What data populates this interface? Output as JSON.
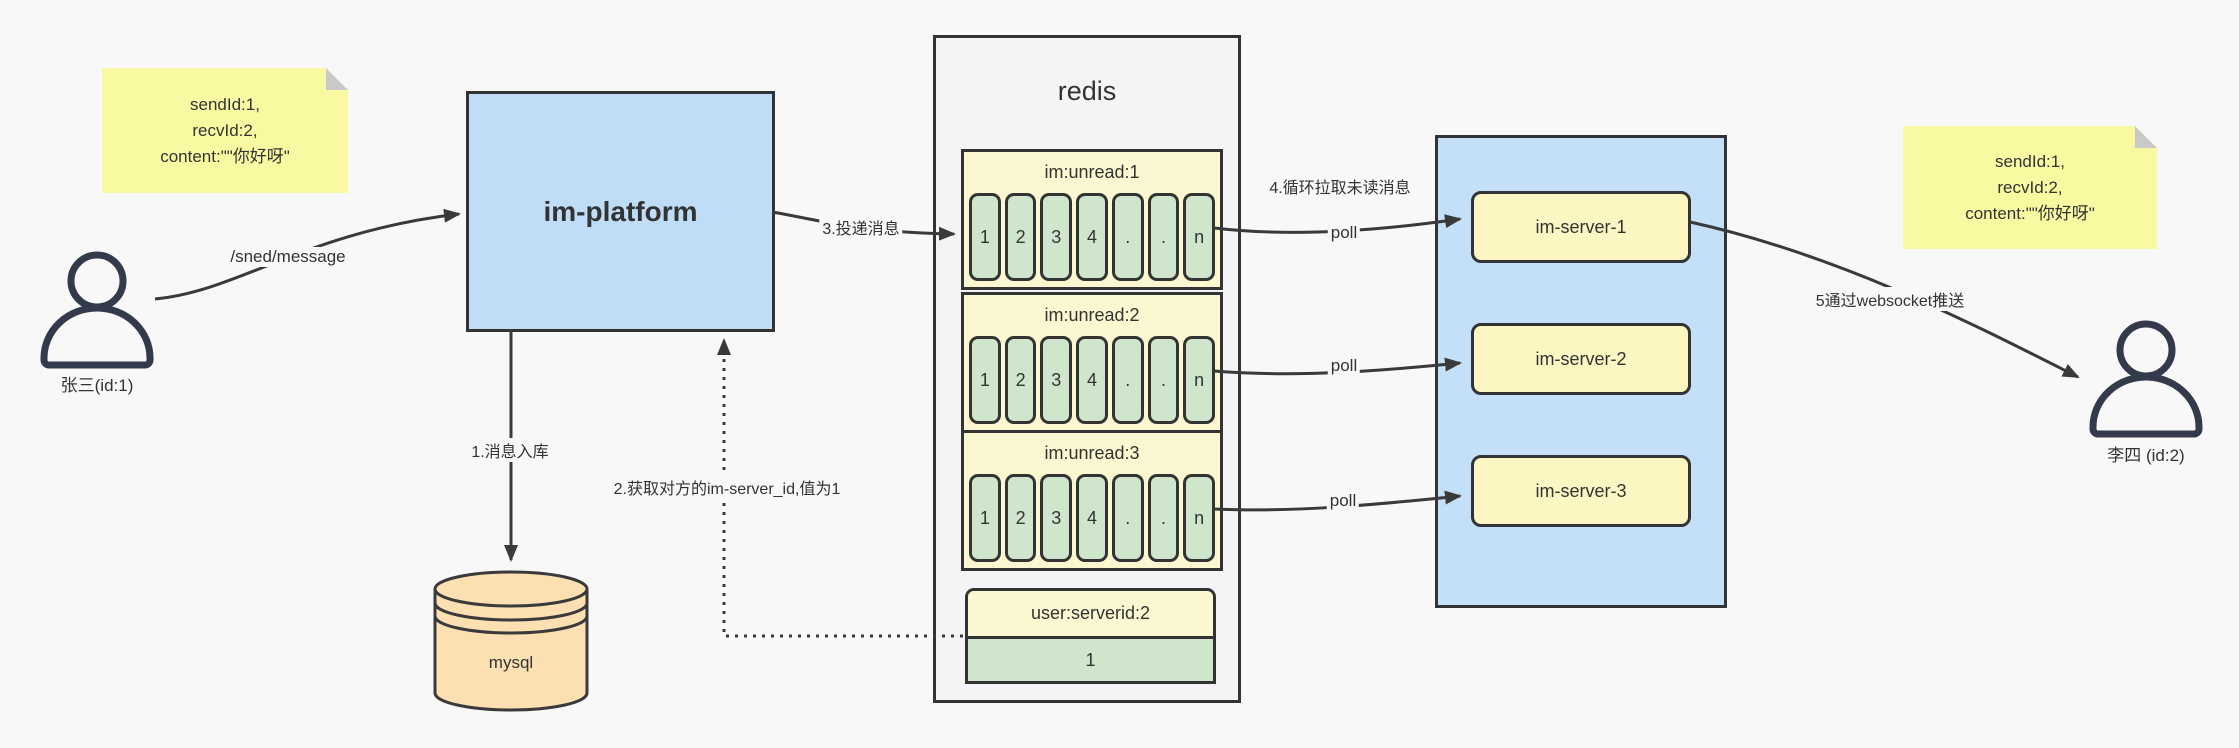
{
  "actors": {
    "sender": {
      "label": "张三(id:1)"
    },
    "receiver": {
      "label": "李四 (id:2)"
    }
  },
  "notes": {
    "left": {
      "lines": [
        "sendId:1,",
        "recvId:2,",
        "content:\"\"你好呀\""
      ]
    },
    "right": {
      "lines": [
        "sendId:1,",
        "recvId:2,",
        "content:\"\"你好呀\""
      ]
    }
  },
  "platform": {
    "label": "im-platform"
  },
  "database": {
    "label": "mysql"
  },
  "redis": {
    "title": "redis",
    "queues": [
      {
        "header": "im:unread:1",
        "cells": [
          "1",
          "2",
          "3",
          "4",
          ".",
          ".",
          "n"
        ]
      },
      {
        "header": "im:unread:2",
        "cells": [
          "1",
          "2",
          "3",
          "4",
          ".",
          ".",
          "n"
        ]
      },
      {
        "header": "im:unread:3",
        "cells": [
          "1",
          "2",
          "3",
          "4",
          ".",
          ".",
          "n"
        ]
      }
    ],
    "kv": {
      "header": "user:serverid:2",
      "value": "1"
    }
  },
  "cluster": {
    "servers": [
      {
        "label": "im-server-1"
      },
      {
        "label": "im-server-2"
      },
      {
        "label": "im-server-3"
      }
    ]
  },
  "edges": {
    "send_api": "/sned/message",
    "step1": "1.消息入库",
    "step2": "2.获取对方的im-server_id,值为1",
    "step3": "3.投递消息",
    "step4": "4.循环拉取未读消息",
    "step5": "5通过websocket推送",
    "poll": [
      "poll",
      "poll",
      "poll"
    ]
  },
  "colors": {
    "background": "#f8f8f8",
    "ink": "#3a3a3a",
    "blue_fill": "#bfddf7",
    "cluster_blue": "#c3e0f8",
    "note_yellow": "#f9f9a2",
    "note_fold": "#c9c9c9",
    "queue_yellow": "#fbf7d0",
    "server_yellow": "#fcf6c2",
    "cell_green": "#cfe6cd",
    "db_tan": "#fde0b2",
    "redis_fill": "#f4f4f6",
    "person_stroke": "#333a4c"
  }
}
